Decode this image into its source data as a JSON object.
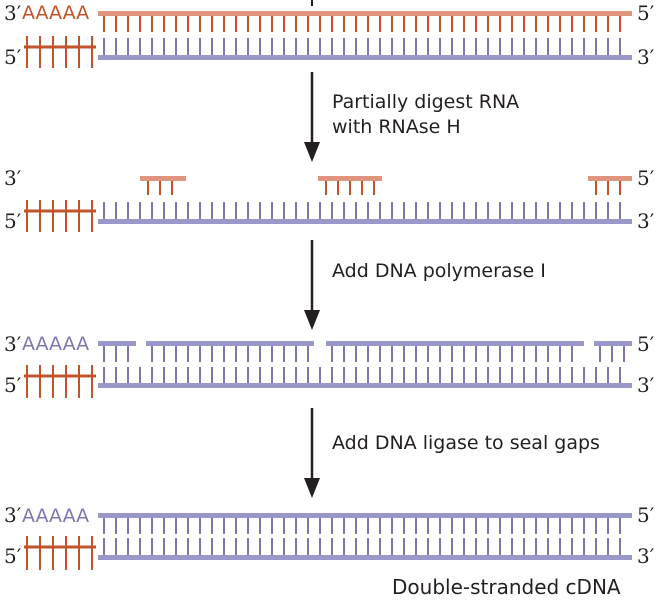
{
  "colors": {
    "rna": "#c2532a",
    "rna_bar": "#e0957e",
    "dna": "#7b78b3",
    "dna_bar": "#9a97c9",
    "text": "#231f20",
    "arrow": "#231f20"
  },
  "labels": {
    "three_prime": "3′",
    "five_prime": "5′",
    "poly_a": "AAAAA",
    "step1": "Partially digest RNA",
    "step1b": "with RNAse H",
    "step2": "Add DNA polymerase I",
    "step3": "Add DNA ligase to seal gaps",
    "caption": "Double-stranded cDNA"
  },
  "stages": [
    {
      "name": "rna-dna-hybrid",
      "left_top": "3′",
      "right_top": "5′",
      "left_bottom": "5′",
      "right_bottom": "3′"
    },
    {
      "name": "partial-rna-digest",
      "left_top": "3′",
      "right_top": "5′",
      "left_bottom": "5′",
      "right_bottom": "3′"
    },
    {
      "name": "dna-pol-fill",
      "left_top": "3′",
      "right_top": "5′",
      "left_bottom": "5′",
      "right_bottom": "3′"
    },
    {
      "name": "ligated-cdna",
      "left_top": "3′",
      "right_top": "5′",
      "left_bottom": "5′",
      "right_bottom": "3′"
    }
  ]
}
